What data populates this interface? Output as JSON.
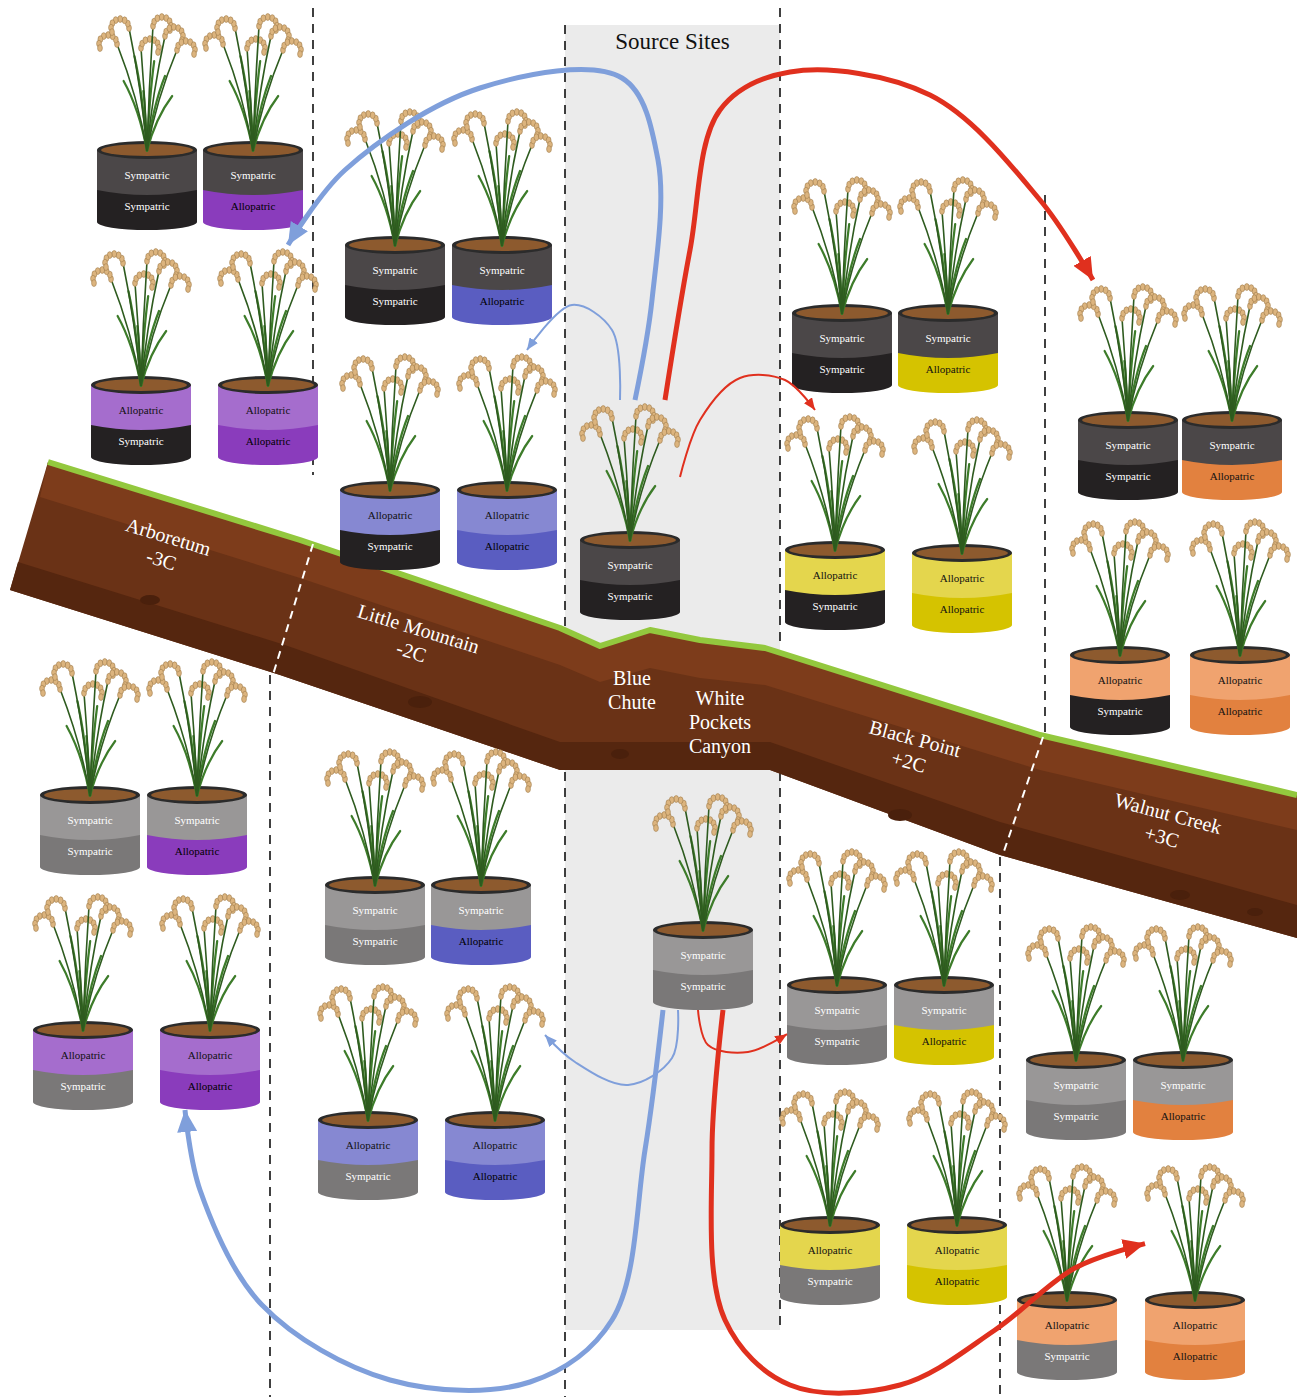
{
  "diagram": {
    "nodes": [
      {
        "text": [
          "Source Sites"
        ]
      },
      {
        "text": [
          "Sympatric",
          "Sympatric"
        ]
      },
      {
        "text": [
          "Sympatric",
          "Allopatric"
        ]
      },
      {
        "text": [
          "Allopatric",
          "Sympatric"
        ]
      },
      {
        "text": [
          "Allopatric",
          "Allopatric"
        ]
      },
      {
        "text": [
          "Sympatric",
          "Sympatric"
        ]
      },
      {
        "text": [
          "Sympatric",
          "Allopatric"
        ]
      },
      {
        "text": [
          "Allopatric",
          "Sympatric"
        ]
      },
      {
        "text": [
          "Allopatric",
          "Allopatric"
        ]
      },
      {
        "text": [
          "Sympatric",
          "Sympatric"
        ],
        "in": 0
      },
      {
        "text": [
          "Sympatric",
          "Sympatric"
        ]
      },
      {
        "text": [
          "Sympatric",
          "Allopatric"
        ]
      },
      {
        "text": [
          "Allopatric",
          "Sympatric"
        ]
      },
      {
        "text": [
          "Allopatric",
          "Allopatric"
        ]
      },
      {
        "text": [
          "Sympatric",
          "Sympatric"
        ]
      },
      {
        "text": [
          "Sympatric",
          "Allopatric"
        ]
      },
      {
        "text": [
          "Allopatric",
          "Sympatric"
        ]
      },
      {
        "text": [
          "Allopatric",
          "Allopatric"
        ]
      },
      {
        "text": [
          "Sympatric",
          "Sympatric"
        ]
      },
      {
        "text": [
          "Sympatric",
          "Allopatric"
        ]
      },
      {
        "text": [
          "Allopatric",
          "Sympatric"
        ]
      },
      {
        "text": [
          "Allopatric",
          "Allopatric"
        ]
      },
      {
        "text": [
          "Sympatric",
          "Sympatric"
        ]
      },
      {
        "text": [
          "Sympatric",
          "Allopatric"
        ]
      },
      {
        "text": [
          "Allopatric",
          "Sympatric"
        ]
      },
      {
        "text": [
          "Allopatric",
          "Allopatric"
        ]
      },
      {
        "text": [
          "Sympatric",
          "Sympatric"
        ],
        "in": 0
      },
      {
        "text": [
          "Sympatric",
          "Sympatric"
        ]
      },
      {
        "text": [
          "Sympatric",
          "Allopatric"
        ]
      },
      {
        "text": [
          "Allopatric",
          "Sympatric"
        ]
      },
      {
        "text": [
          "Allopatric",
          "Allopatric"
        ]
      },
      {
        "text": [
          "Sympatric",
          "Sympatric"
        ]
      },
      {
        "text": [
          "Sympatric",
          "Allopatric"
        ]
      },
      {
        "text": [
          "Allopatric",
          "Sympatric"
        ]
      },
      {
        "text": [
          "Allopatric",
          "Allopatric"
        ]
      }
    ],
    "edges": [
      {
        "from": 9,
        "to": 4,
        "arrow": "to"
      },
      {
        "from": 9,
        "to": 8,
        "arrow": "to"
      },
      {
        "from": 9,
        "to": 12,
        "arrow": "to"
      },
      {
        "from": 9,
        "to": 14,
        "arrow": "to"
      },
      {
        "from": 26,
        "to": 25,
        "arrow": "to"
      },
      {
        "from": 26,
        "to": 27,
        "arrow": "to"
      },
      {
        "from": 26,
        "to": 21,
        "arrow": "to"
      },
      {
        "from": 26,
        "to": 34,
        "arrow": "to"
      }
    ],
    "labels": [
      "Arboretum -3C",
      "Little Mountain -2C",
      "Blue Chute",
      "White Pockets Canyon",
      "Black Point +2C",
      "Walnut Creek +3C"
    ]
  }
}
